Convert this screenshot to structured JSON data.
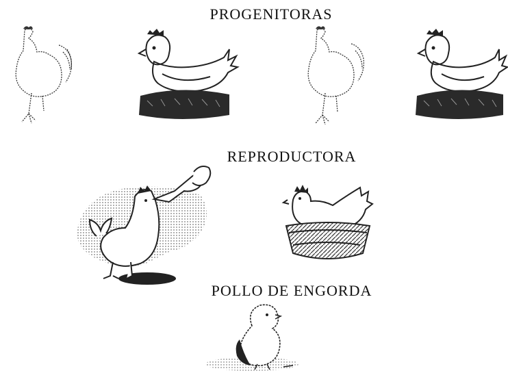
{
  "levels": {
    "top_label": "PROGENITORAS",
    "middle_label": "REPRODUCTORA",
    "bottom_label": "POLLO DE ENGORDA"
  }
}
